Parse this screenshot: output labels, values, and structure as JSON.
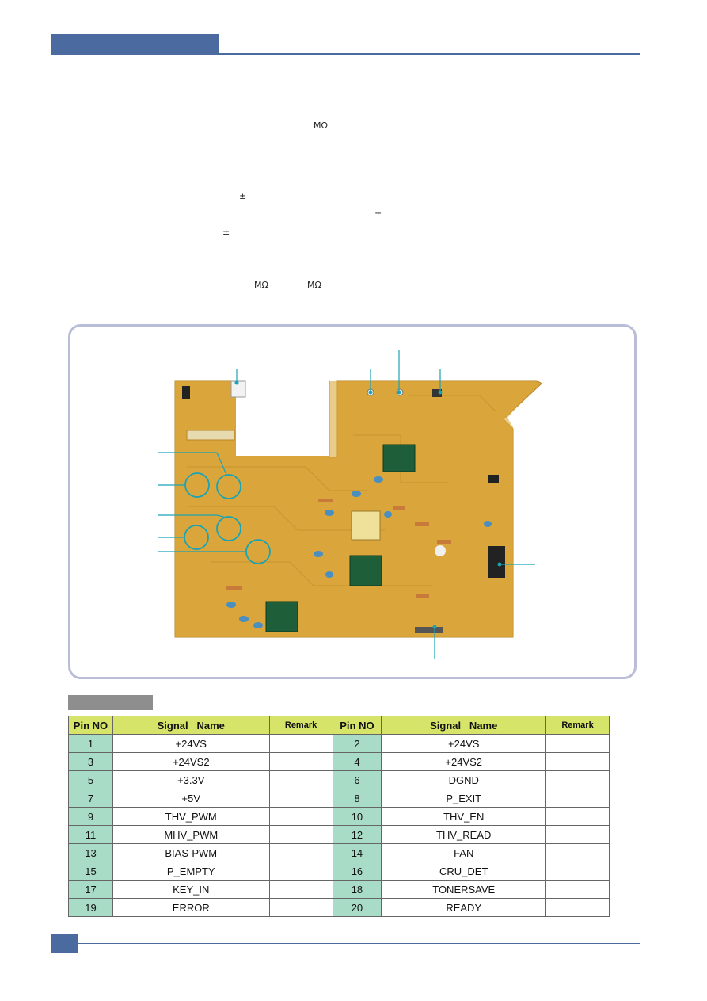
{
  "header": {
    "accent": "#4a6aa0"
  },
  "symbols": {
    "megaohm_1": "MΩ",
    "plusminus_1": "±",
    "plusminus_2": "±",
    "plusminus_3": "±",
    "megaohm_2": "MΩ",
    "megaohm_3": "MΩ"
  },
  "photo": {
    "board_color": "#d9a43a",
    "callout_color": "#1aa3b3"
  },
  "pin_table": {
    "headers": {
      "pin_no_left": "Pin NO",
      "signal_left": "Signal   Name",
      "remark_left": "Remark",
      "pin_no_right": "Pin NO",
      "signal_right": "Signal   Name",
      "remark_right": "Remark"
    },
    "rows": [
      {
        "pin_a": "1",
        "sig_a": "+24VS",
        "pin_b": "2",
        "sig_b": "+24VS"
      },
      {
        "pin_a": "3",
        "sig_a": "+24VS2",
        "pin_b": "4",
        "sig_b": "+24VS2"
      },
      {
        "pin_a": "5",
        "sig_a": "+3.3V",
        "pin_b": "6",
        "sig_b": "DGND"
      },
      {
        "pin_a": "7",
        "sig_a": "+5V",
        "pin_b": "8",
        "sig_b": "P_EXIT"
      },
      {
        "pin_a": "9",
        "sig_a": "THV_PWM",
        "pin_b": "10",
        "sig_b": "THV_EN"
      },
      {
        "pin_a": "11",
        "sig_a": "MHV_PWM",
        "pin_b": "12",
        "sig_b": "THV_READ"
      },
      {
        "pin_a": "13",
        "sig_a": "BIAS-PWM",
        "pin_b": "14",
        "sig_b": "FAN"
      },
      {
        "pin_a": "15",
        "sig_a": "P_EMPTY",
        "pin_b": "16",
        "sig_b": "CRU_DET"
      },
      {
        "pin_a": "17",
        "sig_a": "KEY_IN",
        "pin_b": "18",
        "sig_b": "TONERSAVE"
      },
      {
        "pin_a": "19",
        "sig_a": "ERROR",
        "pin_b": "20",
        "sig_b": "READY"
      }
    ]
  }
}
